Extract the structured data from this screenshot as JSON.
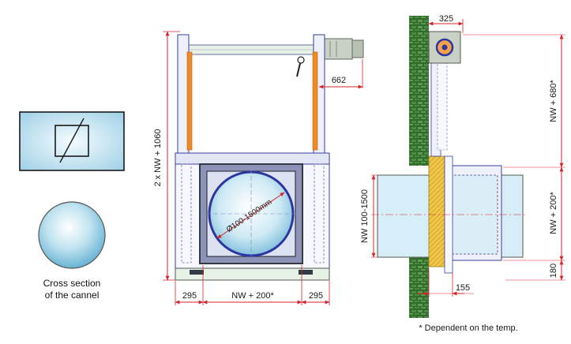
{
  "legend": {
    "cross_section_caption_line1": "Cross section",
    "cross_section_caption_line2": "of the cannel"
  },
  "front_view": {
    "dim_height": "2 x NW + 1060",
    "dim_motor_offset": "662",
    "dim_left": "295",
    "dim_mid": "NW + 200*",
    "dim_right": "295",
    "diameter_label": "Ø100-1500mm"
  },
  "side_view": {
    "dim_top": "325",
    "dim_upper": "NW + 680*",
    "dim_lower": "NW + 200*",
    "dim_bottom": "180",
    "dim_nw": "NW 100-1500",
    "dim_offset": "155"
  },
  "footnote": "* Dependent on the temp.",
  "colors": {
    "dimension_line": "#d8232a",
    "frame": "#3a3f9a",
    "actuator_rod": "#f08a24",
    "wall": "#2f6b2a",
    "insulation": "#f2c84b",
    "duct_fill": "#bfe3f0",
    "dark_frame": "#333a44"
  }
}
